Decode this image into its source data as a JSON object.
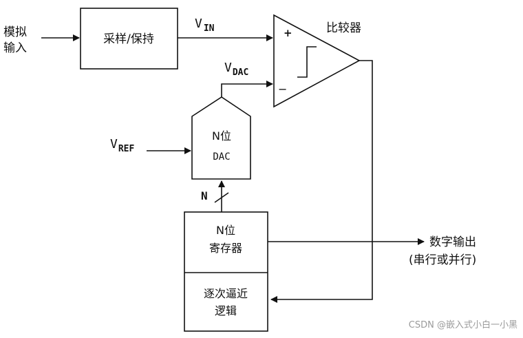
{
  "diagram": {
    "labels": {
      "analog_input_line1": "模拟",
      "analog_input_line2": "输入",
      "sample_hold": "采样/保持",
      "vin_main": "V",
      "vin_sub": "IN",
      "comparator": "比较器",
      "plus": "+",
      "minus": "−",
      "vdac_main": "V",
      "vdac_sub": "DAC",
      "dac_line1": "N位",
      "dac_line2": "DAC",
      "vref_main": "V",
      "vref_sub": "REF",
      "bus_n": "N",
      "register_line1": "N位",
      "register_line2": "寄存器",
      "sar_line1": "逐次逼近",
      "sar_line2": "逻辑",
      "digital_out_line1": "数字输出",
      "digital_out_line2": "(串行或并行)"
    },
    "watermark": "CSDN @嵌入式小白一小黑"
  }
}
